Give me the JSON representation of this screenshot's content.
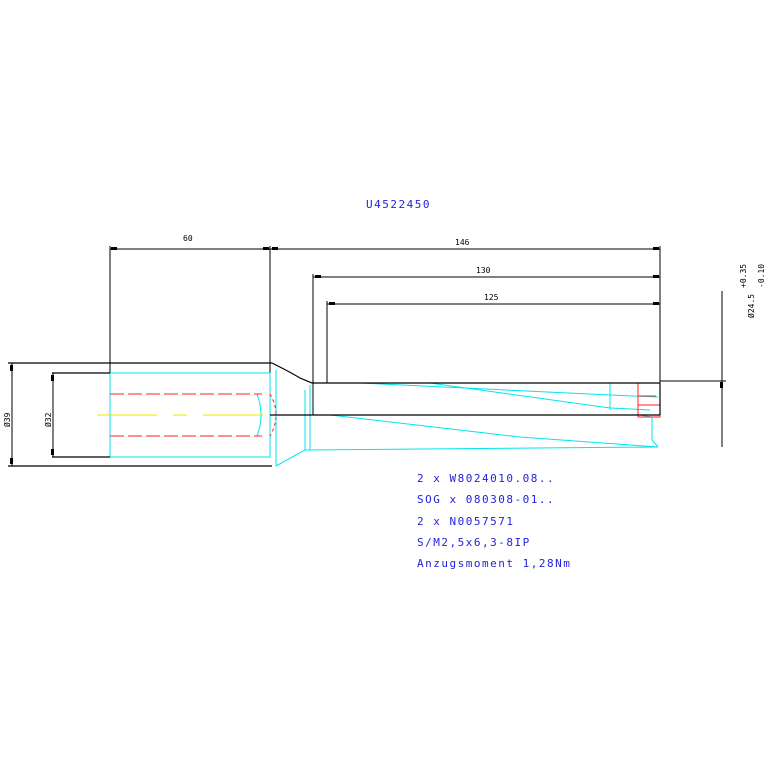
{
  "title": "U4522450",
  "dimensions": {
    "shank_length": "60",
    "overall_length": "146",
    "length_130": "130",
    "length_125": "125",
    "diameter_outer": "Ø39",
    "diameter_inner": "Ø32",
    "diameter_tip": "Ø24.5",
    "tol_upper": "+0.35",
    "tol_lower": "-0.10"
  },
  "notes": [
    "2 x W8024010.08..",
    "SOG x 080308-01..",
    "2 x N0057571",
    "S/M2,5x6,3-8IP",
    "Anzugsmoment 1,28Nm"
  ],
  "colors": {
    "outline": "#000000",
    "hidden": "#00e5ee",
    "red": "#ff2020",
    "center": "#e8e800",
    "text": "#2222dd"
  }
}
